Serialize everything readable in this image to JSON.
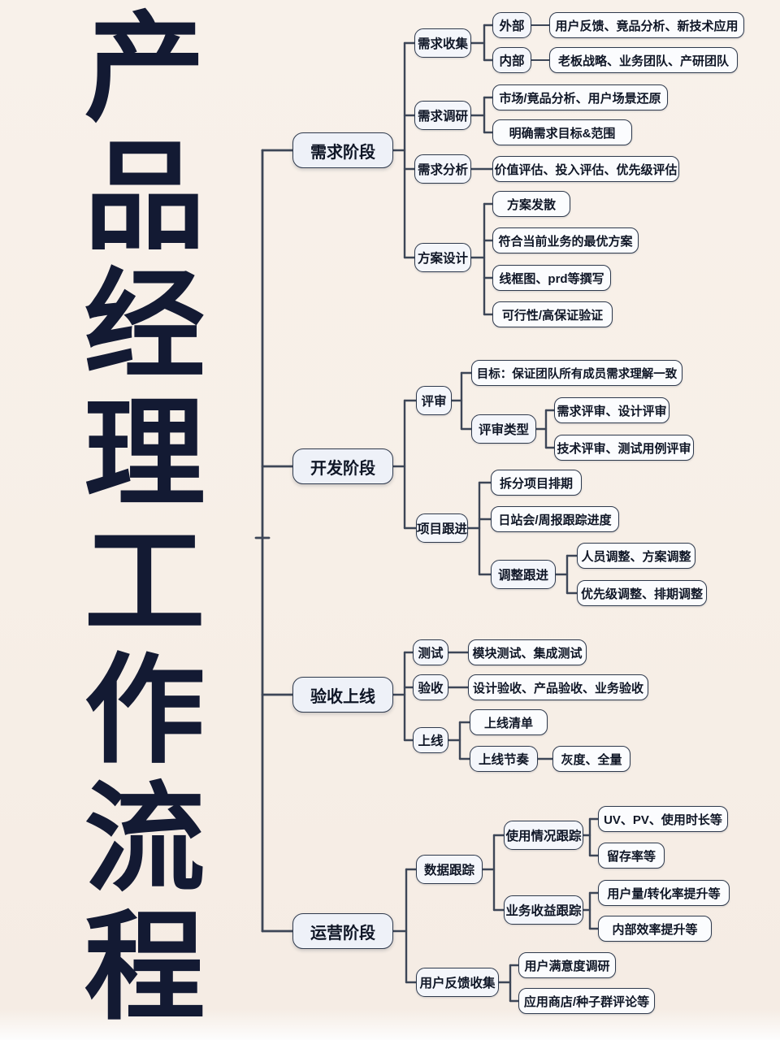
{
  "title": {
    "text": "产品经理工作流程",
    "chars": [
      "产",
      "品",
      "经",
      "理",
      "工",
      "作",
      "流",
      "程"
    ]
  },
  "colors": {
    "background": "#f7efe8",
    "node_border": "#2f3a4d",
    "stage_fill": "#eef1f8",
    "leaf_fill": "#fbfcfe",
    "text": "#0f1626",
    "connector": "#3d4657"
  },
  "mindmap": {
    "root_label": "产品经理工作流程",
    "stages": [
      {
        "label": "需求阶段",
        "children": [
          {
            "label": "需求收集",
            "children": [
              {
                "label": "外部",
                "children": [
                  {
                    "label": "用户反馈、竟品分析、新技术应用"
                  }
                ]
              },
              {
                "label": "内部",
                "children": [
                  {
                    "label": "老板战略、业务团队、产研团队"
                  }
                ]
              }
            ]
          },
          {
            "label": "需求调研",
            "children": [
              {
                "label": "市场/竟品分析、用户场景还原"
              },
              {
                "label": "明确需求目标&范围"
              }
            ]
          },
          {
            "label": "需求分析",
            "children": [
              {
                "label": "价值评估、投入评估、优先级评估"
              }
            ]
          },
          {
            "label": "方案设计",
            "children": [
              {
                "label": "方案发散"
              },
              {
                "label": "符合当前业务的最优方案"
              },
              {
                "label": "线框图、prd等撰写"
              },
              {
                "label": "可行性/高保证验证"
              }
            ]
          }
        ]
      },
      {
        "label": "开发阶段",
        "children": [
          {
            "label": "评审",
            "children": [
              {
                "label": "目标：保证团队所有成员需求理解一致"
              },
              {
                "label": "评审类型",
                "children": [
                  {
                    "label": "需求评审、设计评审"
                  },
                  {
                    "label": "技术评审、测试用例评审"
                  }
                ]
              }
            ]
          },
          {
            "label": "项目跟进",
            "children": [
              {
                "label": "拆分项目排期"
              },
              {
                "label": "日站会/周报跟踪进度"
              },
              {
                "label": "调整跟进",
                "children": [
                  {
                    "label": "人员调整、方案调整"
                  },
                  {
                    "label": "优先级调整、排期调整"
                  }
                ]
              }
            ]
          }
        ]
      },
      {
        "label": "验收上线",
        "children": [
          {
            "label": "测试",
            "children": [
              {
                "label": "模块测试、集成测试"
              }
            ]
          },
          {
            "label": "验收",
            "children": [
              {
                "label": "设计验收、产品验收、业务验收"
              }
            ]
          },
          {
            "label": "上线",
            "children": [
              {
                "label": "上线清单"
              },
              {
                "label": "上线节奏",
                "children": [
                  {
                    "label": "灰度、全量"
                  }
                ]
              }
            ]
          }
        ]
      },
      {
        "label": "运营阶段",
        "children": [
          {
            "label": "数据跟踪",
            "children": [
              {
                "label": "使用情况跟踪",
                "children": [
                  {
                    "label": "UV、PV、使用时长等"
                  },
                  {
                    "label": "留存率等"
                  }
                ]
              },
              {
                "label": "业务收益跟踪",
                "children": [
                  {
                    "label": "用户量/转化率提升等"
                  },
                  {
                    "label": "内部效率提升等"
                  }
                ]
              }
            ]
          },
          {
            "label": "用户反馈收集",
            "children": [
              {
                "label": "用户满意度调研"
              },
              {
                "label": "应用商店/种子群评论等"
              }
            ]
          }
        ]
      }
    ]
  },
  "nodes": {
    "s1": "需求阶段",
    "s2": "开发阶段",
    "s3": "验收上线",
    "s4": "运营阶段",
    "n_xqsj": "需求收集",
    "n_wb": "外部",
    "n_wb_d": "用户反馈、竟品分析、新技术应用",
    "n_nb": "内部",
    "n_nb_d": "老板战略、业务团队、产研团队",
    "n_xqdy": "需求调研",
    "n_xqdy_1": "市场/竟品分析、用户场景还原",
    "n_xqdy_2": "明确需求目标&范围",
    "n_xqfx": "需求分析",
    "n_xqfx_1": "价值评估、投入评估、优先级评估",
    "n_fasj": "方案设计",
    "n_fasj_1": "方案发散",
    "n_fasj_2": "符合当前业务的最优方案",
    "n_fasj_3": "线框图、prd等撰写",
    "n_fasj_4": "可行性/高保证验证",
    "n_ps": "评审",
    "n_ps_1": "目标：保证团队所有成员需求理解一致",
    "n_pslx": "评审类型",
    "n_pslx_1": "需求评审、设计评审",
    "n_pslx_2": "技术评审、测试用例评审",
    "n_xmgj": "项目跟进",
    "n_xmgj_1": "拆分项目排期",
    "n_xmgj_2": "日站会/周报跟踪进度",
    "n_tzgj": "调整跟进",
    "n_tzgj_1": "人员调整、方案调整",
    "n_tzgj_2": "优先级调整、排期调整",
    "n_cs": "测试",
    "n_cs_1": "模块测试、集成测试",
    "n_ys": "验收",
    "n_ys_1": "设计验收、产品验收、业务验收",
    "n_sx": "上线",
    "n_sx_1": "上线清单",
    "n_sxjz": "上线节奏",
    "n_sxjz_1": "灰度、全量",
    "n_sjgz": "数据跟踪",
    "n_syqk": "使用情况跟踪",
    "n_syqk_1": "UV、PV、使用时长等",
    "n_syqk_2": "留存率等",
    "n_ywsy": "业务收益跟踪",
    "n_ywsy_1": "用户量/转化率提升等",
    "n_ywsy_2": "内部效率提升等",
    "n_yhfk": "用户反馈收集",
    "n_yhfk_1": "用户满意度调研",
    "n_yhfk_2": "应用商店/种子群评论等"
  }
}
